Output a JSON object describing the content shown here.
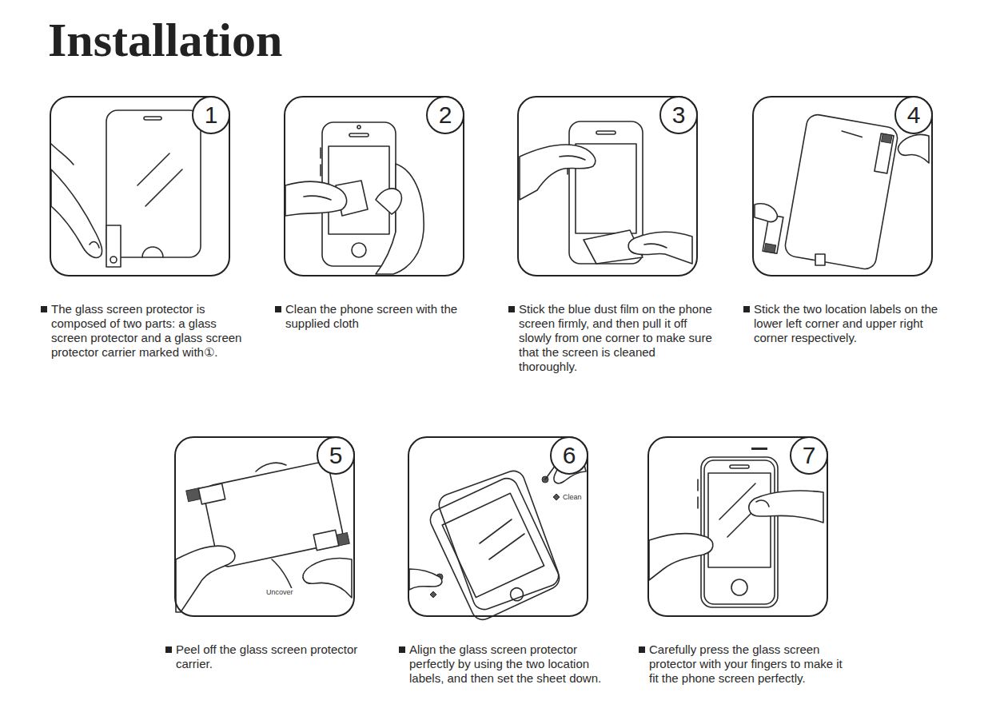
{
  "diagram": {
    "title": "Installation",
    "nodes": [
      {
        "text": [
          "The glass screen protector is composed of two parts: a glass screen protector and a glass screen protector carrier marked with①."
        ]
      },
      {
        "text": [
          "1"
        ],
        "in": 0
      },
      {
        "text": [
          "Clean the phone screen with the supplied cloth"
        ]
      },
      {
        "text": [
          "2"
        ],
        "in": 2
      },
      {
        "text": [
          "Stick the blue dust film on the phone screen firmly, and then pull it off slowly from one corner to make sure that the screen is cleaned thoroughly."
        ]
      },
      {
        "text": [
          "3"
        ],
        "in": 4
      },
      {
        "text": [
          "Stick the two location labels on the lower left corner and upper right corner respectively."
        ]
      },
      {
        "text": [
          "4"
        ],
        "in": 6
      },
      {
        "text": [
          "Peel off the glass screen protector carrier."
        ]
      },
      {
        "text": [
          "5"
        ],
        "in": 8
      },
      {
        "text": [
          "Align the glass screen protector perfectly by using the two location labels, and then set the sheet down."
        ]
      },
      {
        "text": [
          "6"
        ],
        "in": 10
      },
      {
        "text": [
          "Carefully press the glass screen protector with your fingers to make it fit the phone screen perfectly."
        ]
      },
      {
        "text": [
          "7"
        ],
        "in": 12
      }
    ],
    "labels": [
      "Uncover",
      "Clean"
    ]
  }
}
